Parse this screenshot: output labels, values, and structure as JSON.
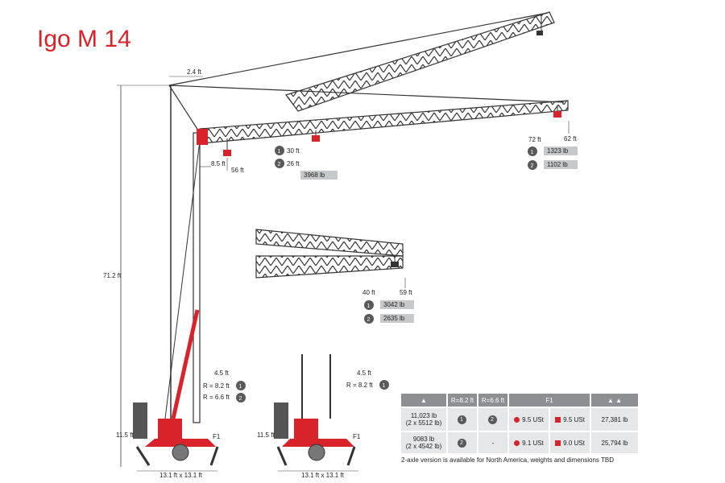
{
  "title": "Igo M 14",
  "dims": {
    "top_offset": "2.4 ft",
    "height": "71.2 ft",
    "tower_offset": "8.5 ft",
    "hook_height_1": "56 ft",
    "hook_height_2": "62 ft",
    "hook_height_3": "59 ft",
    "radius_a1": "30 ft",
    "radius_a2": "26 ft",
    "load_a": "3968 lb",
    "radius_tip": "72 ft",
    "load_tip1": "1323 lb",
    "load_tip2": "1102 lb",
    "radius_mid": "40 ft",
    "load_mid1": "3042 lb",
    "load_mid2": "2635 lb",
    "base_width_left": "4.5 ft",
    "r1": "R = 8.2 ft",
    "r2": "R = 6.6 ft",
    "base_width_right": "4.5 ft",
    "r_right": "R = 8.2 ft",
    "base_height_left": "11.5 ft",
    "base_height_right": "11.5 ft",
    "footprint_left": "13.1 ft x 13.1 ft",
    "footprint_right": "13.1 ft x 13.1 ft",
    "f1_left": "F1",
    "f1_right": "F1"
  },
  "table": {
    "headers": [
      "R=8.2 ft",
      "R=6.6 ft",
      "F1"
    ],
    "rows": [
      {
        "weight": "11,023 lb",
        "weight_sub": "(2 x 5512 lb)",
        "c1": "1",
        "c2": "2",
        "f1a": "9.5 USt",
        "f1b": "9.5 USt",
        "total": "27,381 lb"
      },
      {
        "weight": "9083 lb",
        "weight_sub": "(2 x 4542 lb)",
        "c1": "2",
        "c2": "-",
        "f1a": "9.1 USt",
        "f1b": "9.0 USt",
        "total": "25,794 lb"
      }
    ],
    "note": "2-axle version is available for North America, weights and dimensions TBD"
  },
  "colors": {
    "brand": "#d8232a",
    "steel": "#3a3a3a",
    "grey": "#c7c8ca"
  }
}
